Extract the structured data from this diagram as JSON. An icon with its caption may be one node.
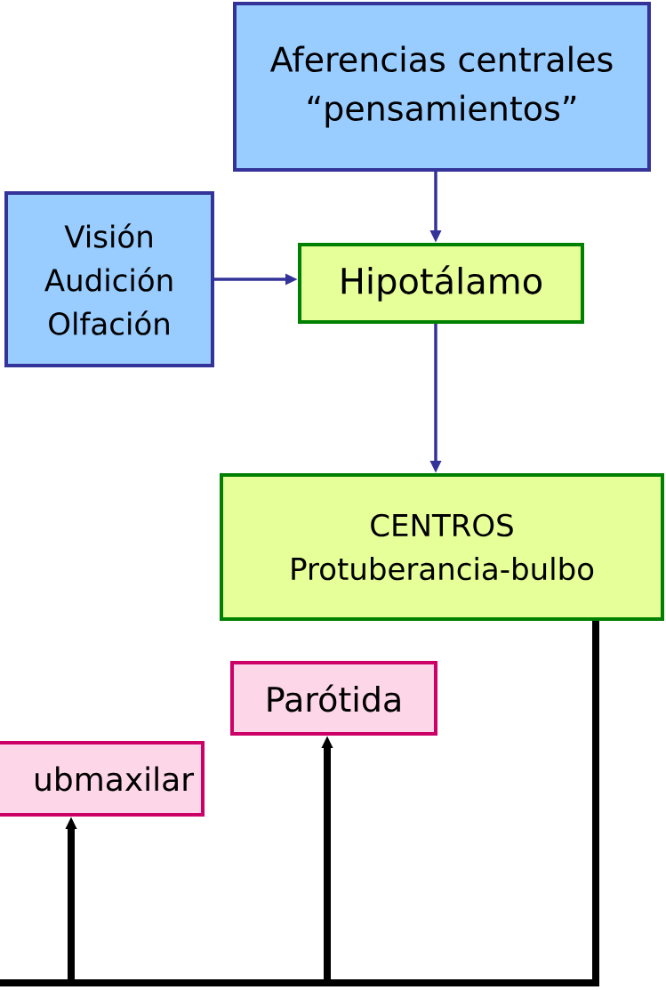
{
  "diagram": {
    "nodes": [
      {
        "text": [
          "Aferencias centrales “pensamientos”"
        ]
      },
      {
        "text": [
          "Visión Audición Olfación"
        ]
      },
      {
        "text": [
          "Hipotálamo"
        ]
      },
      {
        "text": [
          "CENTROS Protuberancia-bulbo"
        ]
      },
      {
        "text": [
          "Parótida"
        ]
      },
      {
        "text": [
          "ubmaxilar"
        ]
      }
    ],
    "edges": [
      {
        "from": 0,
        "to": 2,
        "arrow": "to"
      },
      {
        "from": 1,
        "to": 2,
        "arrow": "to"
      },
      {
        "from": 2,
        "to": 3,
        "arrow": "to"
      },
      {
        "from": 3,
        "to": 4,
        "arrow": "to",
        "style": "thick",
        "color": "#000000"
      },
      {
        "from": 3,
        "to": 5,
        "arrow": "to",
        "style": "thick",
        "color": "#000000"
      }
    ]
  }
}
